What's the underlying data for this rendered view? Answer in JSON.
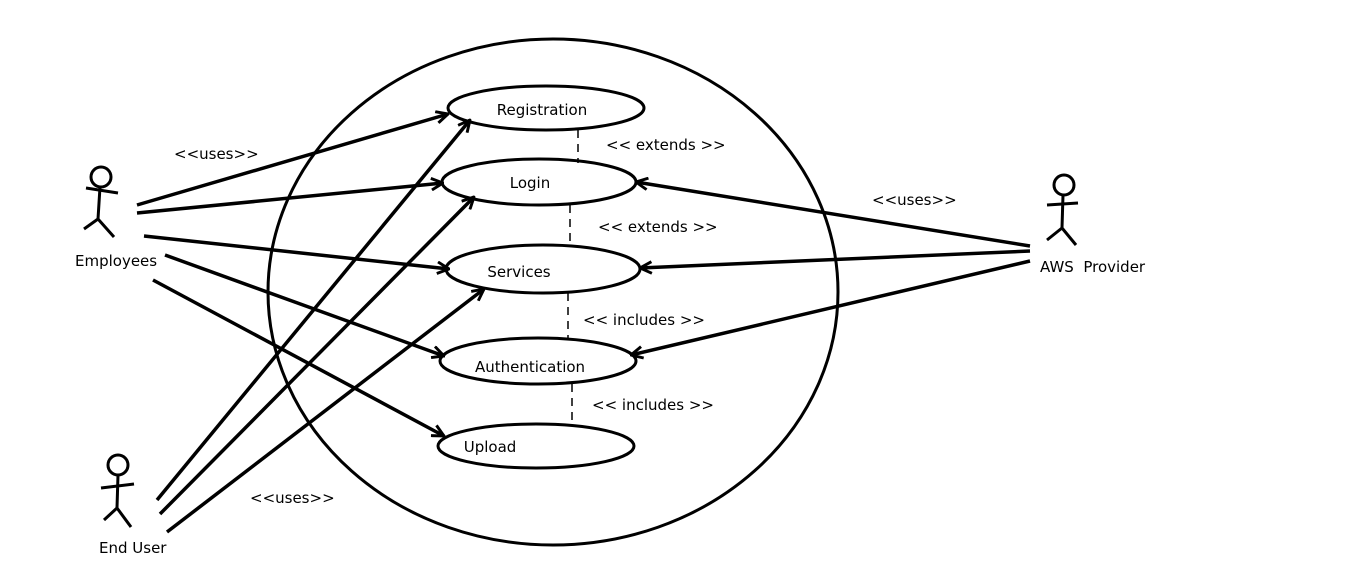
{
  "colors": {
    "ink": "#000000",
    "background": "#ffffff"
  },
  "actors": [
    {
      "id": "employees",
      "label": "Employees"
    },
    {
      "id": "aws",
      "label": "AWS  Provider"
    },
    {
      "id": "enduser",
      "label": "End User"
    }
  ],
  "use_cases": [
    {
      "id": "registration",
      "label": "Registration"
    },
    {
      "id": "login",
      "label": "Login"
    },
    {
      "id": "services",
      "label": "Services"
    },
    {
      "id": "authentication",
      "label": "Authentication"
    },
    {
      "id": "upload",
      "label": "Upload"
    }
  ],
  "relations": [
    {
      "from": "registration",
      "to": "login",
      "label": "<< extends >>"
    },
    {
      "from": "login",
      "to": "services",
      "label": "<< extends >>"
    },
    {
      "from": "services",
      "to": "authentication",
      "label": "<< includes >>"
    },
    {
      "from": "authentication",
      "to": "upload",
      "label": "<< includes >>"
    }
  ],
  "associations": [
    {
      "actor": "employees",
      "use_case": "registration"
    },
    {
      "actor": "employees",
      "use_case": "login"
    },
    {
      "actor": "employees",
      "use_case": "services"
    },
    {
      "actor": "employees",
      "use_case": "authentication"
    },
    {
      "actor": "employees",
      "use_case": "upload"
    },
    {
      "actor": "enduser",
      "use_case": "registration"
    },
    {
      "actor": "enduser",
      "use_case": "login"
    },
    {
      "actor": "enduser",
      "use_case": "services"
    },
    {
      "actor": "aws",
      "use_case": "login"
    },
    {
      "actor": "aws",
      "use_case": "services"
    },
    {
      "actor": "aws",
      "use_case": "authentication"
    }
  ],
  "uses_labels": [
    {
      "id": "employees",
      "text": "<<uses>>"
    },
    {
      "id": "aws",
      "text": "<<uses>>"
    },
    {
      "id": "enduser",
      "text": "<<uses>>"
    }
  ]
}
